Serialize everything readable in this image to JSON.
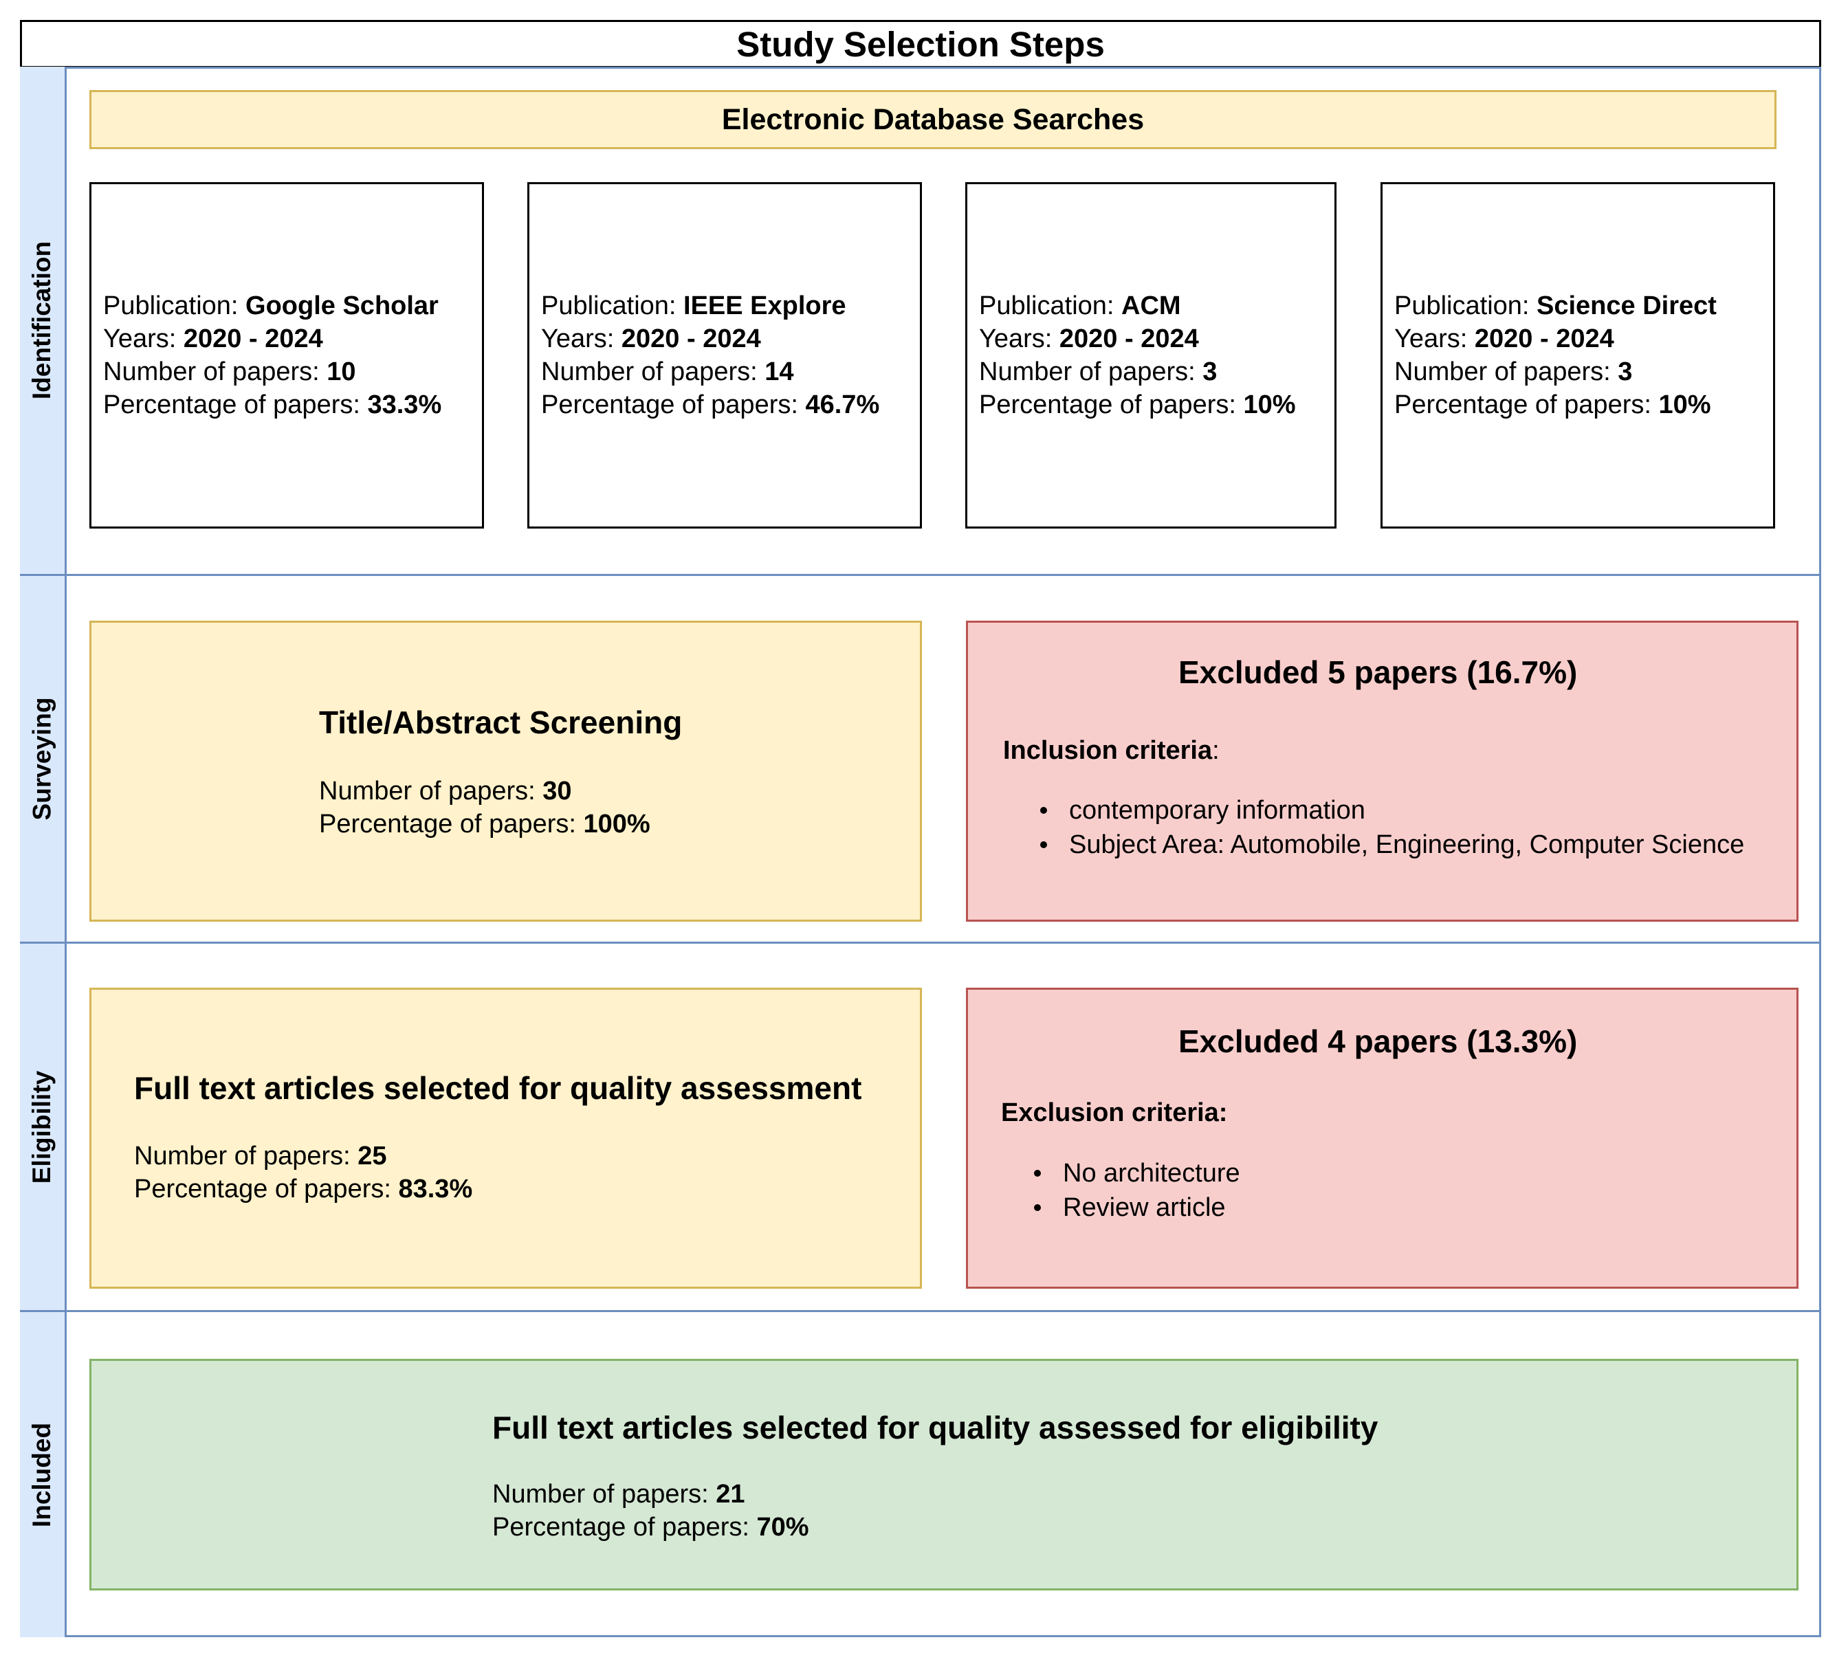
{
  "title": "Study Selection Steps",
  "lanes": {
    "identification": "Identification",
    "surveying": "Surveying",
    "eligibility": "Eligibility",
    "included": "Included"
  },
  "labels": {
    "publication": "Publication: ",
    "years": "Years: ",
    "number_of_papers": "Number of papers: ",
    "percentage_of_papers": "Percentage of papers: "
  },
  "identification": {
    "banner": "Electronic Database Searches",
    "sources": [
      {
        "publication": "Google Scholar",
        "years": "2020 - 2024",
        "papers": "10",
        "percentage": "33.3%"
      },
      {
        "publication": "IEEE Explore",
        "years": "2020 - 2024",
        "papers": "14",
        "percentage": "46.7%"
      },
      {
        "publication": "ACM",
        "years": "2020 - 2024",
        "papers": "3",
        "percentage": "10%"
      },
      {
        "publication": "Science Direct",
        "years": "2020 - 2024",
        "papers": "3",
        "percentage": "10%"
      }
    ]
  },
  "surveying": {
    "screening": {
      "title": "Title/Abstract Screening",
      "papers": "30",
      "percentage": "100%"
    },
    "excluded": {
      "title": "Excluded 5 papers (16.7%)",
      "criteria_label": "Inclusion criteria",
      "criteria_colon": ":",
      "criteria": [
        "contemporary information",
        "Subject Area: Automobile, Engineering, Computer Science"
      ]
    }
  },
  "eligibility": {
    "assessment": {
      "title": "Full text articles selected for quality assessment",
      "papers": "25",
      "percentage": "83.3%"
    },
    "excluded": {
      "title": "Excluded 4 papers (13.3%)",
      "criteria_label": "Exclusion criteria:",
      "criteria": [
        "No architecture",
        "Review article"
      ]
    }
  },
  "included": {
    "title": "Full text articles selected for quality assessed for eligibility",
    "papers": "21",
    "percentage": "70%"
  },
  "colors": {
    "lane_border": "#6c8ebf",
    "lane_label_fill": "#dae8fc",
    "yellow_fill": "#fff2cc",
    "yellow_border": "#d6b656",
    "red_fill": "#f8cecc",
    "red_border": "#b85450",
    "green_fill": "#d5e8d4",
    "green_border": "#82b366"
  }
}
